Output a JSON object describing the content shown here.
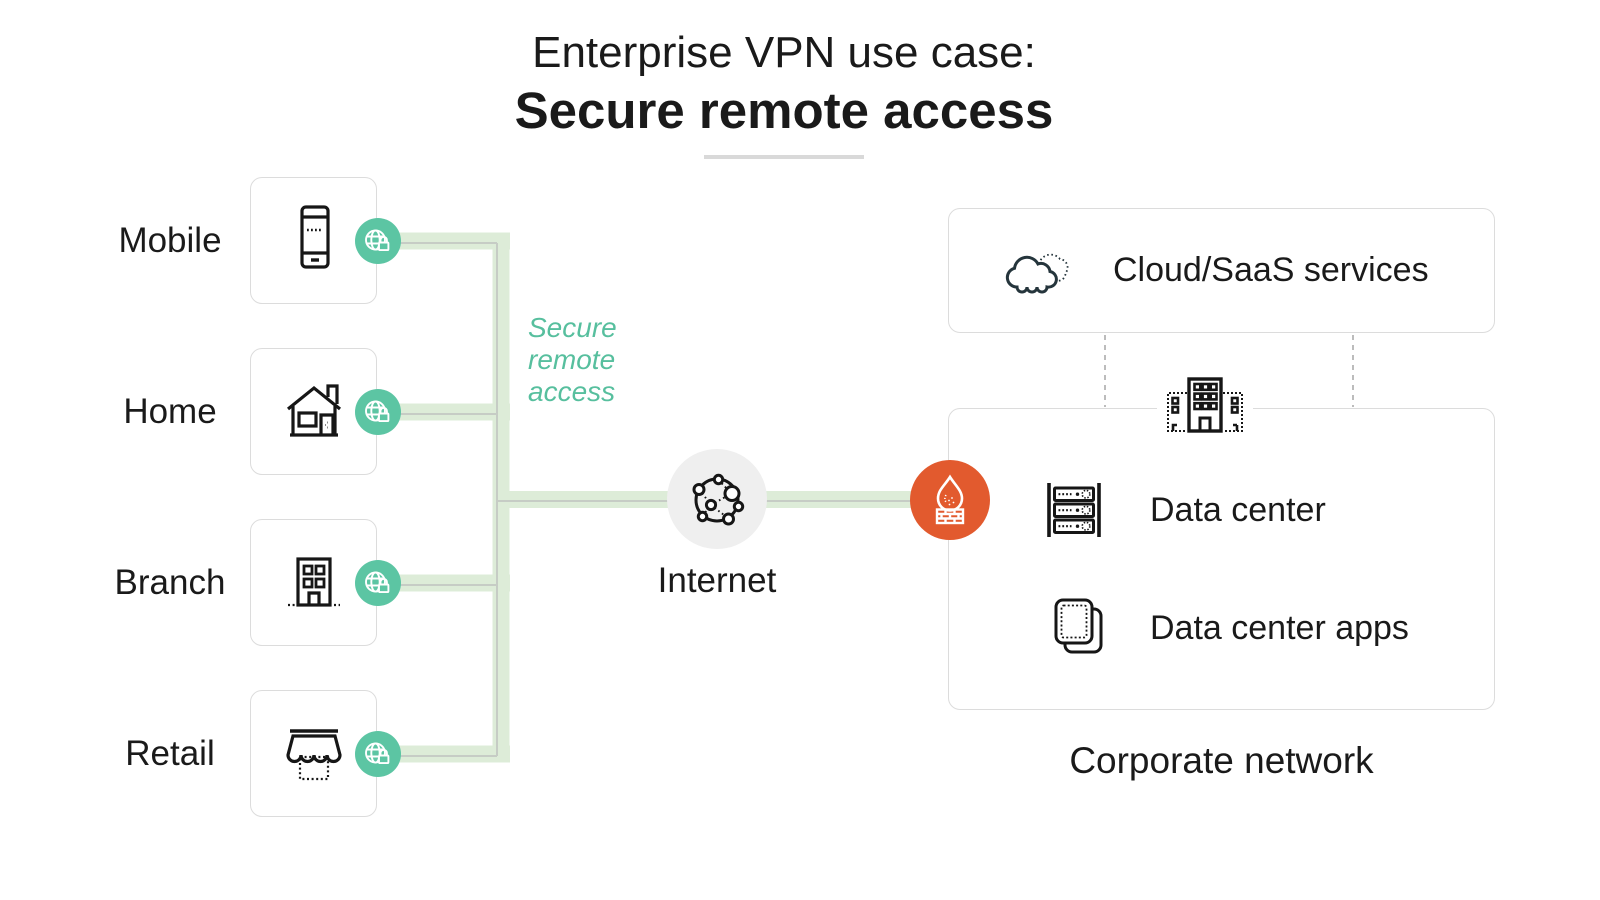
{
  "title": {
    "line1": "Enterprise VPN use case:",
    "line2": "Secure remote access"
  },
  "flow_label": "Secure remote access",
  "sources": [
    {
      "label": "Mobile",
      "icon": "phone-icon"
    },
    {
      "label": "Home",
      "icon": "house-icon"
    },
    {
      "label": "Branch",
      "icon": "office-building-icon"
    },
    {
      "label": "Retail",
      "icon": "storefront-awning-icon"
    }
  ],
  "badge_icon": "globe-lock-icon",
  "internet": {
    "label": "Internet",
    "icon": "network-globe-icon"
  },
  "firewall": {
    "icon": "firewall-flame-brick-icon"
  },
  "cloud_box": {
    "label": "Cloud/SaaS services",
    "icon": "cloud-icon"
  },
  "corporate_box": {
    "top_icon": "corporate-building-icon",
    "items": [
      {
        "label": "Data center",
        "icon": "server-rack-icon"
      },
      {
        "label": "Data center apps",
        "icon": "stacked-apps-icon"
      }
    ],
    "label": "Corporate network"
  },
  "colors": {
    "connector_band_green": "#ddecd8",
    "connector_thin_line": "#c6ccc5",
    "secure_badge_teal": "#5cc5a3",
    "firewall_orange": "#e25a2e",
    "internet_circle_gray": "#efefef",
    "box_border_gray": "#dcdcdc",
    "dashed_link_gray": "#bcbcbc",
    "flow_text_green": "#57bf9e",
    "title_underline_gray": "#d9d9d9",
    "text_dark": "#1a1a1a"
  }
}
